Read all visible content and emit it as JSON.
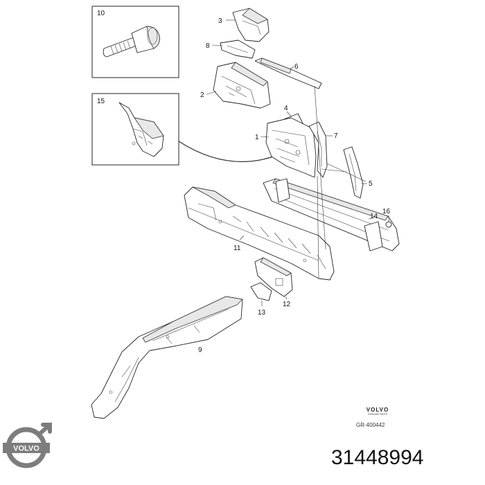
{
  "callouts": {
    "c1": "1",
    "c2": "2",
    "c3": "3",
    "c4": "4",
    "c5": "5",
    "c6": "6",
    "c7": "7",
    "c8": "8",
    "c9": "9",
    "c10": "10",
    "c11": "11",
    "c12": "12",
    "c13": "13",
    "c14": "14",
    "c15": "15",
    "c16": "16"
  },
  "brand": {
    "name": "VOLVO",
    "subtitle": "GENUINE PARTS",
    "reference": "GR-400442"
  },
  "logo": {
    "text": "VOLVO",
    "icon": "volvo-iron-mark-icon",
    "color": "#7d7d7d"
  },
  "part_number": "31448994"
}
